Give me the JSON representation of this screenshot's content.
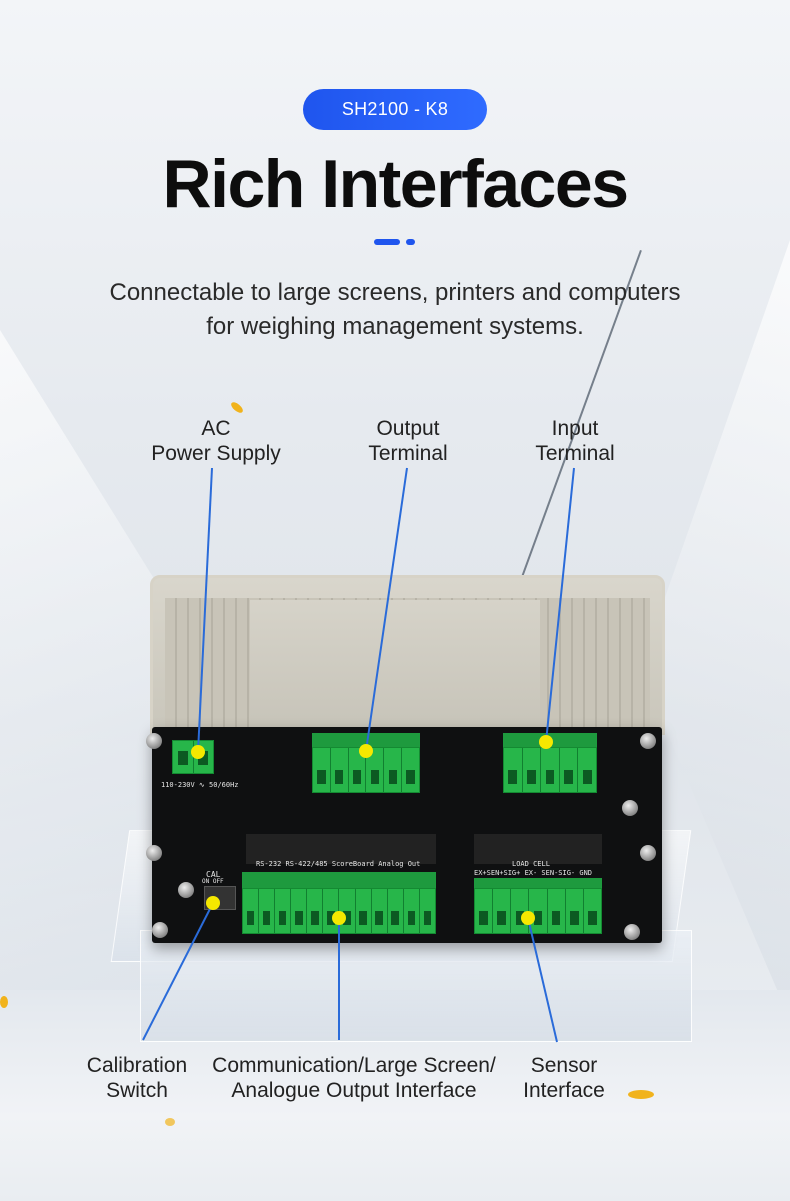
{
  "header": {
    "badge": "SH2100 - K8",
    "title": "Rich Interfaces",
    "subtitle_line1": "Connectable to large screens, printers and computers",
    "subtitle_line2": "for weighing management systems."
  },
  "callouts": {
    "ac_power": [
      "AC",
      "Power Supply"
    ],
    "output_terminal": [
      "Output",
      "Terminal"
    ],
    "input_terminal": [
      "Input",
      "Terminal"
    ],
    "calibration_switch": [
      "Calibration",
      "Switch"
    ],
    "communication": [
      "Communication/Large Screen/",
      "Analogue Output Interface"
    ],
    "sensor": [
      "Sensor",
      "Interface"
    ]
  },
  "device_markings": {
    "power_rating": "110-230V ∿ 50/60Hz",
    "cal": "CAL",
    "cal_on_off": "ON  OFF",
    "comm_header": "RS-232    RS-422/485 ScoreBoard Analog Out",
    "load_cell": "LOAD CELL",
    "load_cell_pins": "EX+SEN+SIG+ EX- SEN-SIG- GND"
  },
  "colors": {
    "accent": "#1f55ee",
    "marker_dot": "#f5e800",
    "leader_line": "#2a6bd9",
    "terminal_green": "#27b64a"
  }
}
